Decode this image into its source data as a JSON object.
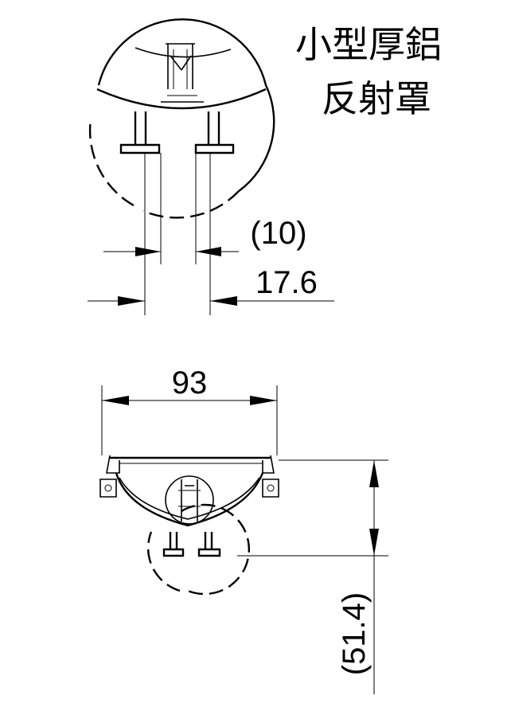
{
  "title": {
    "line1": "小型厚鋁",
    "line2": "反射罩"
  },
  "dimensions": {
    "pin_gap": "(10)",
    "pin_outer": "17.6",
    "width": "93",
    "height": "(51.4)"
  }
}
